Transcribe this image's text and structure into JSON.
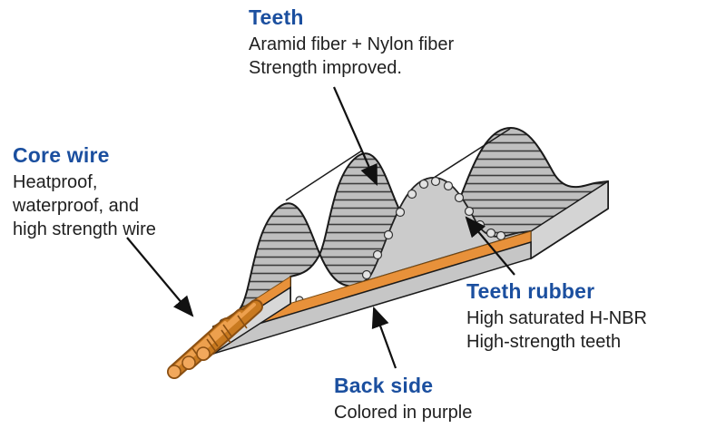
{
  "diagram": {
    "subject": "timing-belt-construction",
    "callouts": {
      "teeth": {
        "title": "Teeth",
        "lines": [
          "Aramid fiber + Nylon fiber",
          "Strength improved."
        ]
      },
      "core_wire": {
        "title": "Core wire",
        "lines": [
          "Heatproof,",
          "waterproof, and",
          "high strength wire"
        ]
      },
      "teeth_rubber": {
        "title": "Teeth rubber",
        "lines": [
          "High saturated H-NBR",
          "High-strength teeth"
        ]
      },
      "back_side": {
        "title": "Back side",
        "lines": [
          "Colored in purple"
        ]
      }
    },
    "colors": {
      "heading_blue": "#1b4f9f",
      "body_text": "#1f1f1f",
      "belt_gray": "#bfbfbf",
      "hatch_line": "#3c3c3c",
      "tooth_face_gray": "#cbcbcb",
      "backing_gray": "#c6c6c6",
      "end_face_gray": "#d4d4d4",
      "tension_layer_orange": "#e8913a",
      "core_wire_orange": "#c97a20"
    }
  }
}
